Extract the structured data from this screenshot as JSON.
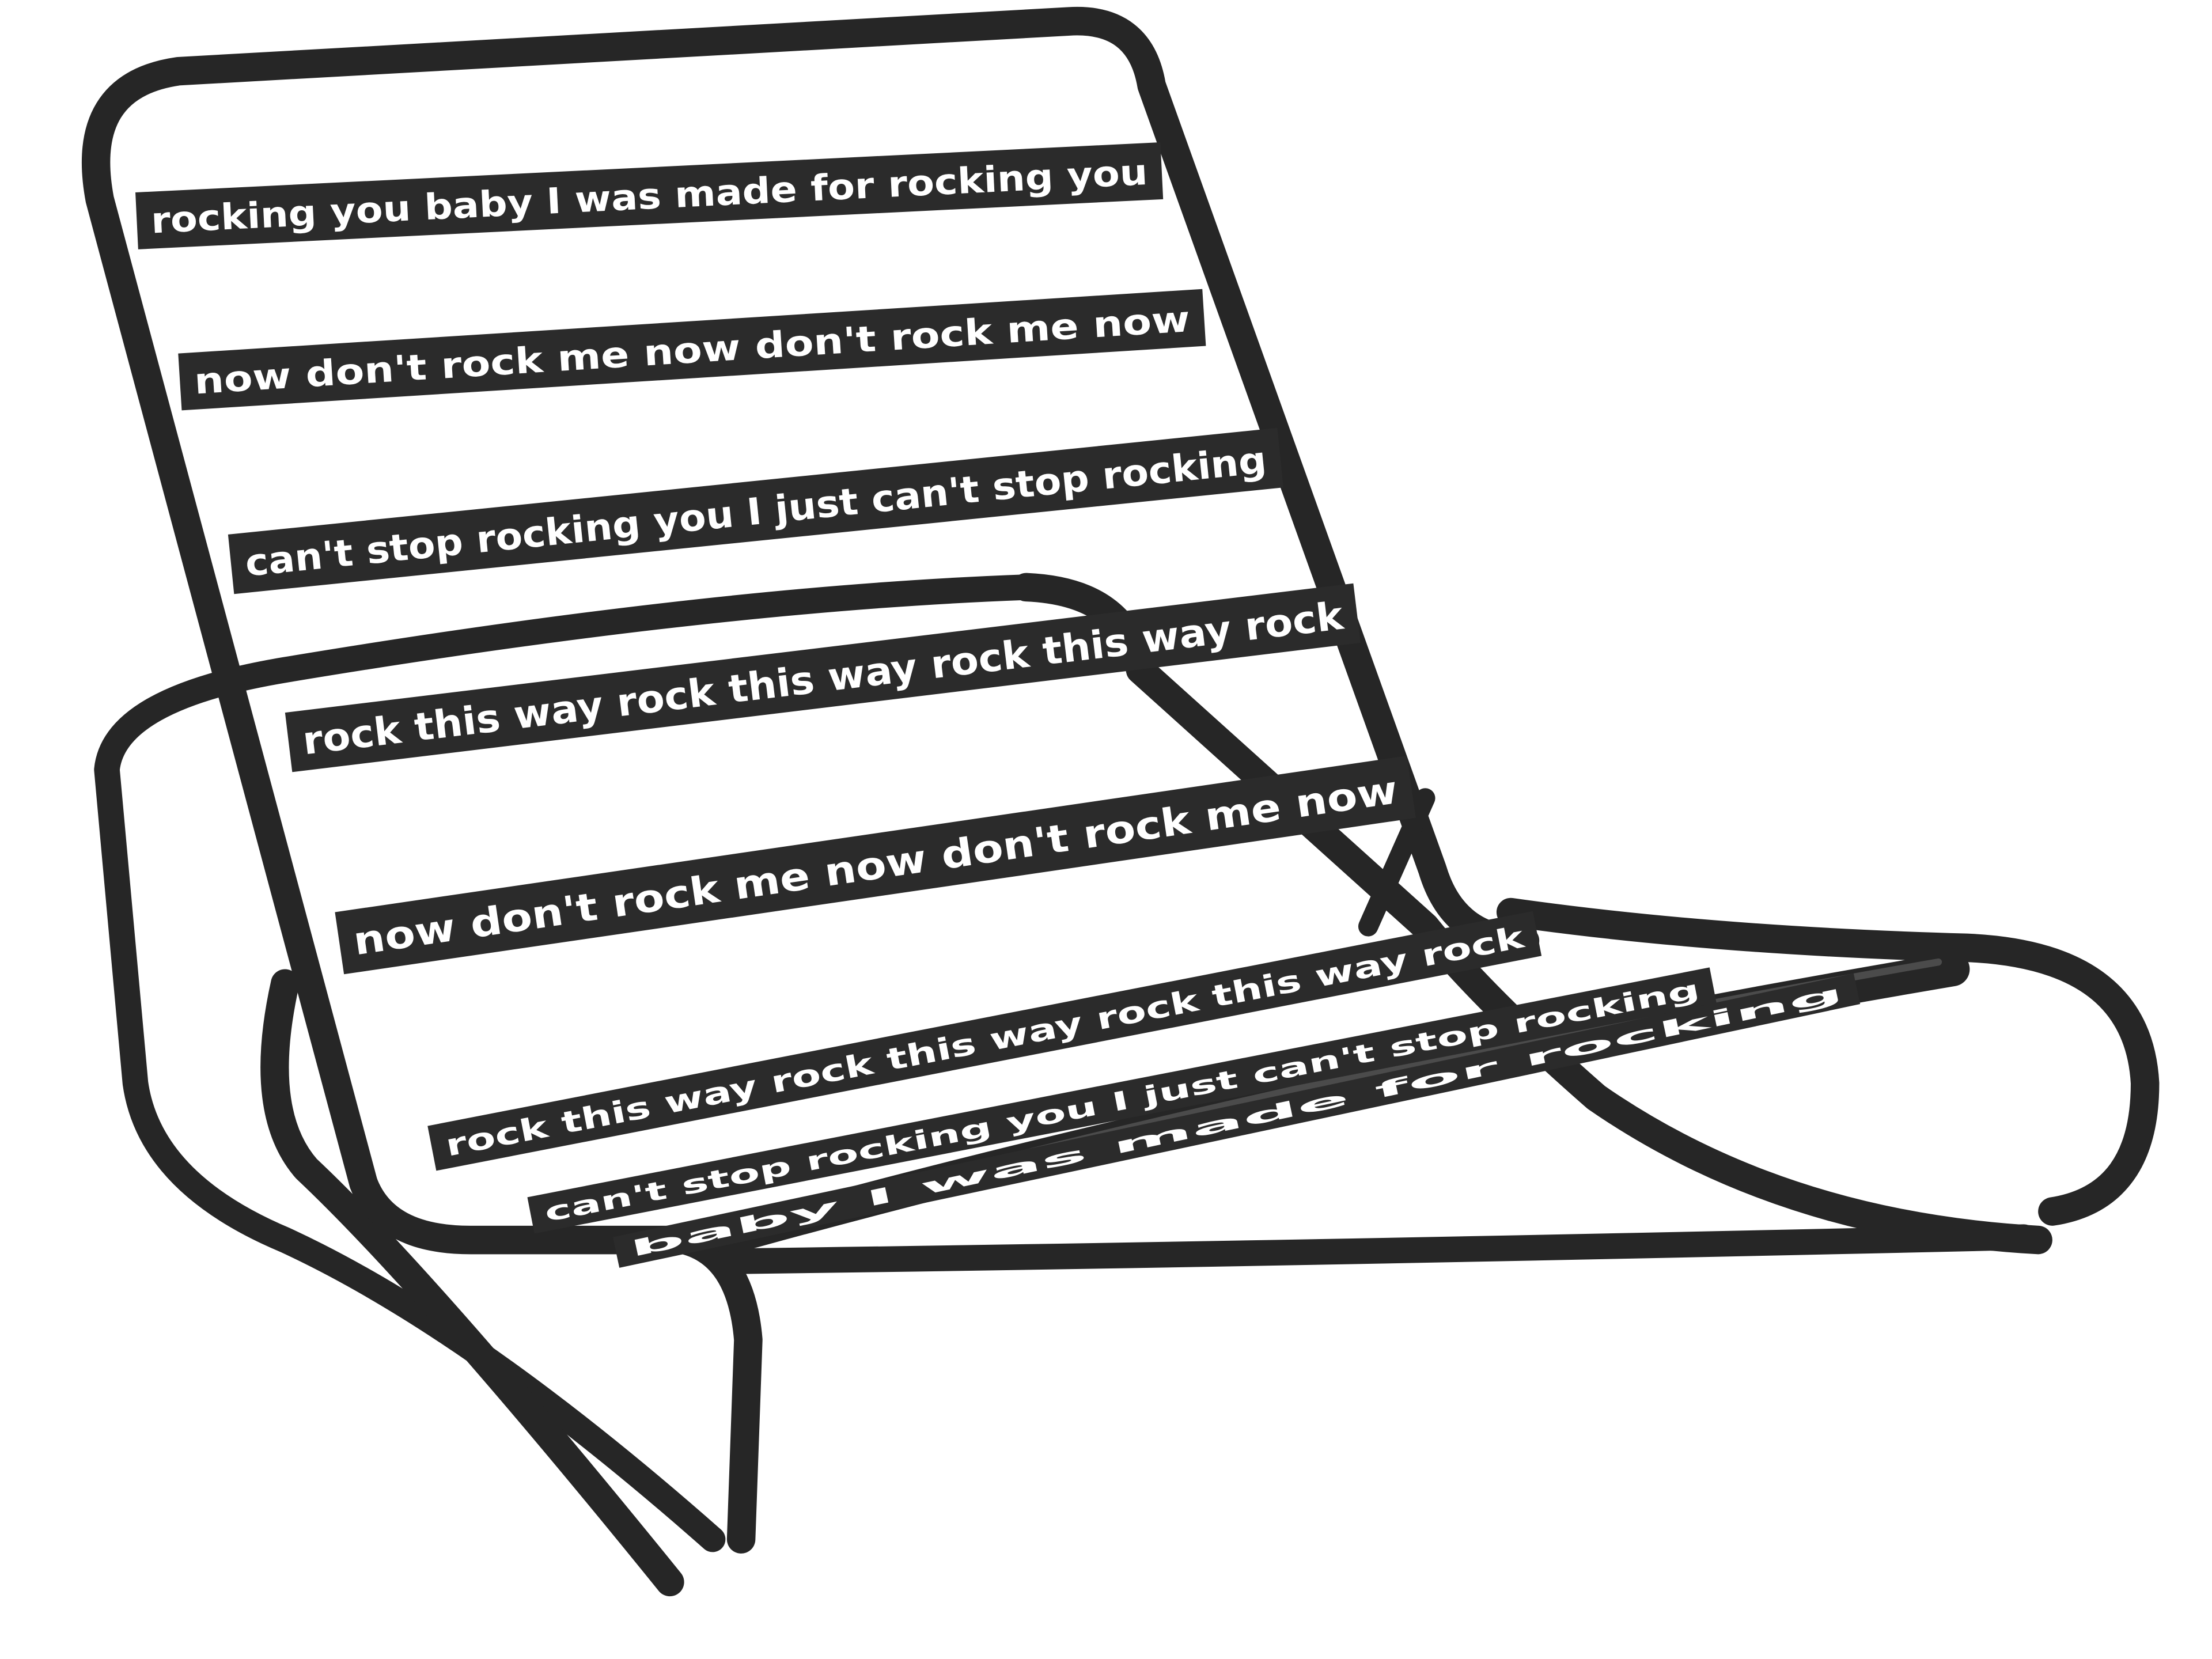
{
  "image": {
    "subject": "rocking-chair",
    "background_color": "#ffffff",
    "frame_color": "#262626",
    "strap_color": "#2b2b2b",
    "strap_text_color": "#ffffff"
  },
  "straps": [
    {
      "text": "rocking you baby I was made for rocking you"
    },
    {
      "text": "now don't rock me now don't rock me now"
    },
    {
      "text": "can't stop rocking you I just can't stop rocking"
    },
    {
      "text": "rock this way rock this way rock this way rock"
    },
    {
      "text": "now don't rock me now don't rock me now"
    },
    {
      "text": "rock this way rock this way rock this way rock"
    },
    {
      "text": "can't stop rocking you I just can't stop rocking"
    },
    {
      "text": "baby I was made for rocking"
    }
  ]
}
